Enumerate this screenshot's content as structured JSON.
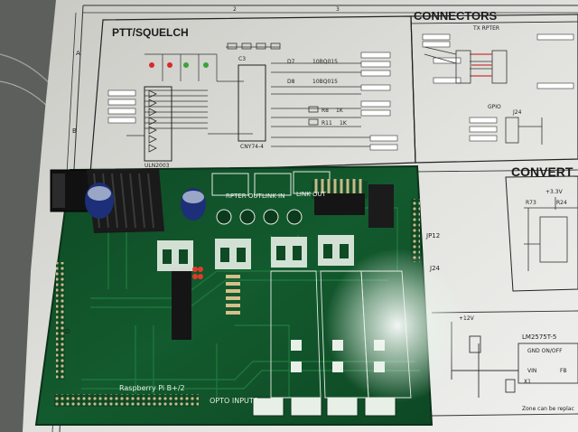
{
  "schematic": {
    "section_ptt": "PTT/SQUELCH",
    "section_connectors": "CONNECTORS",
    "section_convert": "CONVERT",
    "label_tx_rpter": "TX RPTER",
    "label_gpio": "GPIO",
    "label_j24": "J24",
    "label_r73": "R73",
    "label_r24": "R24",
    "label_plus_3v3": "+3.3V",
    "label_plus_12v": "+12V",
    "label_lm": "LM2575T-5",
    "label_x1": "X1",
    "label_vin": "VIN",
    "label_fb": "FB",
    "label_gnd_onoff": "GND ON/OFF",
    "label_zone": "Zone can be replac",
    "label_uln": "ULN2003",
    "label_cny": "CNY74-4",
    "label_r8": "R8",
    "label_r11": "R11",
    "label_1k_a": "1K",
    "label_1k_b": "1K",
    "label_d7": "D7",
    "label_d8": "D8",
    "label_10bq_a": "10BQ015",
    "label_10bq_b": "10BQ015",
    "label_c3": "C3",
    "col_2": "2",
    "col_3": "3",
    "row_a": "A",
    "row_b": "B",
    "row_d": "D"
  },
  "board": {
    "label_rpter_out": "RPTER OUT",
    "label_link_in": "LINK IN",
    "label_link_out": "LINK OUT",
    "label_opto_inputs": "OPTO INPUTS",
    "label_jp12": "JP12",
    "label_j24": "J24",
    "label_raspberry": "Raspberry Pi B+/2"
  }
}
